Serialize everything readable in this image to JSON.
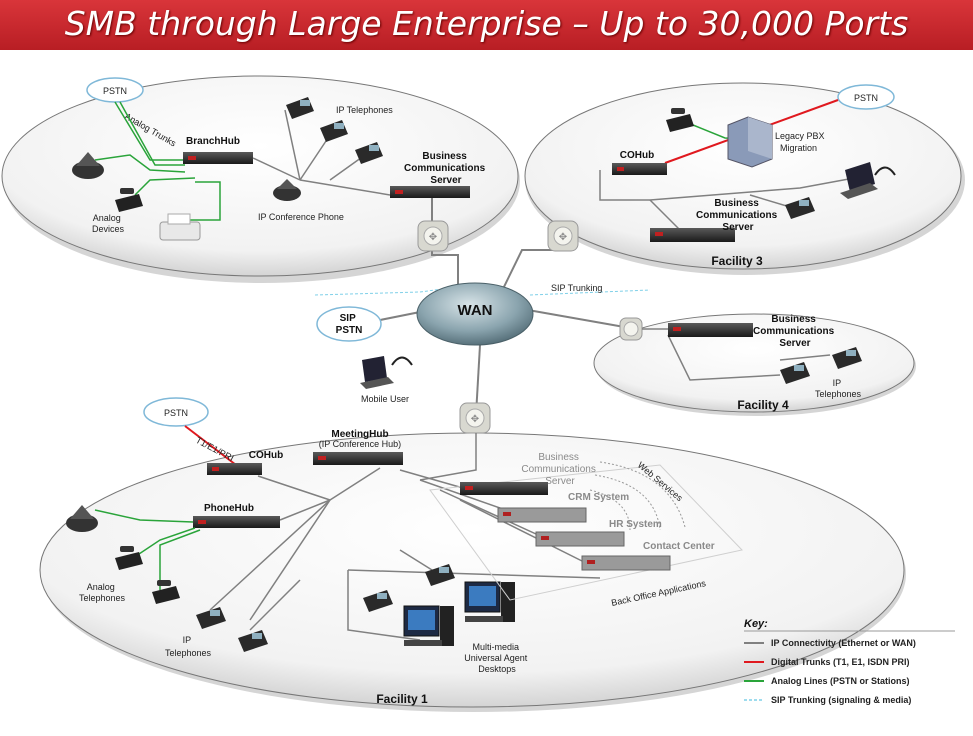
{
  "title": "SMB through Large Enterprise – Up to 30,000 Ports",
  "colors": {
    "banner": "#c8282e",
    "ip": "#808080",
    "digital": "#e0191f",
    "analog": "#2aa43a",
    "sip": "#7fd0e8"
  },
  "wan": "WAN",
  "sip_trunking": "SIP Trunking",
  "sip_pstn": [
    "SIP",
    "PSTN"
  ],
  "mobile_user": "Mobile User",
  "branch": {
    "pstn": "PSTN",
    "analog_trunks": "Analog Trunks",
    "hub": "BranchHub",
    "ip_telephones": "IP Telephones",
    "bcs": [
      "Business",
      "Communications",
      "Server"
    ],
    "conference": "IP Conference Phone",
    "analog_devices": [
      "Analog",
      "Devices"
    ]
  },
  "facility3": {
    "pstn": "PSTN",
    "hub": "COHub",
    "legacy": [
      "Legacy PBX",
      "Migration"
    ],
    "bcs": [
      "Business",
      "Communications",
      "Server"
    ],
    "name": "Facility 3"
  },
  "facility4": {
    "bcs": [
      "Business",
      "Communications",
      "Server"
    ],
    "ip_tel": [
      "IP",
      "Telephones"
    ],
    "name": "Facility 4"
  },
  "facility1": {
    "pstn": "PSTN",
    "t1": "T1/E1/PRI",
    "cohub": "COHub",
    "meetinghub": "MeetingHub",
    "meetinghub_sub": "(IP Conference Hub)",
    "phonehub": "PhoneHub",
    "bcs": [
      "Business",
      "Communications",
      "Server"
    ],
    "web_services": "Web Services",
    "crm": "CRM System",
    "hr": "HR System",
    "contact": "Contact Center",
    "back_office": "Back Office Applications",
    "analog_tel": [
      "Analog",
      "Telephones"
    ],
    "ip_tel": [
      "IP",
      "Telephones"
    ],
    "agent": [
      "Multi-media",
      "Universal Agent",
      "Desktops"
    ],
    "name": "Facility 1"
  },
  "key": {
    "title": "Key:",
    "items": [
      {
        "label": "IP Connectivity (Ethernet or WAN)",
        "color": "#808080"
      },
      {
        "label": "Digital Trunks (T1, E1, ISDN PRI)",
        "color": "#e0191f"
      },
      {
        "label": "Analog Lines (PSTN or Stations)",
        "color": "#2aa43a"
      },
      {
        "label": "SIP Trunking (signaling & media)",
        "color": "#7fd0e8"
      }
    ]
  }
}
